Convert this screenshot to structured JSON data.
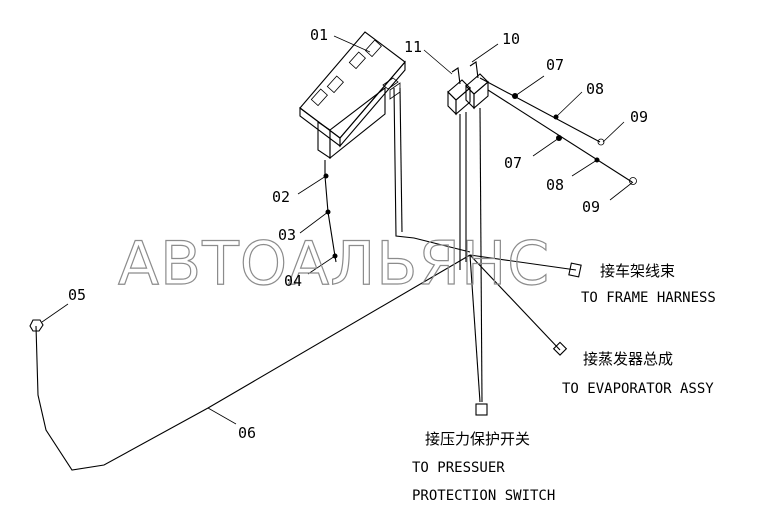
{
  "watermark": "АВТОАЛЬЯНС",
  "callouts": {
    "c01": "01",
    "c02": "02",
    "c03": "03",
    "c04": "04",
    "c05": "05",
    "c06": "06",
    "c07a": "07",
    "c07b": "07",
    "c08a": "08",
    "c08b": "08",
    "c09a": "09",
    "c09b": "09",
    "c10": "10",
    "c11": "11"
  },
  "notes": {
    "frame_cn": "接车架线束",
    "frame_en": "TO FRAME HARNESS",
    "evap_cn": "接蒸发器总成",
    "evap_en": "TO EVAPORATOR ASSY",
    "switch_cn": "接压力保护开关",
    "switch_en_1": "TO PRESSUER",
    "switch_en_2": "PROTECTION SWITCH"
  }
}
